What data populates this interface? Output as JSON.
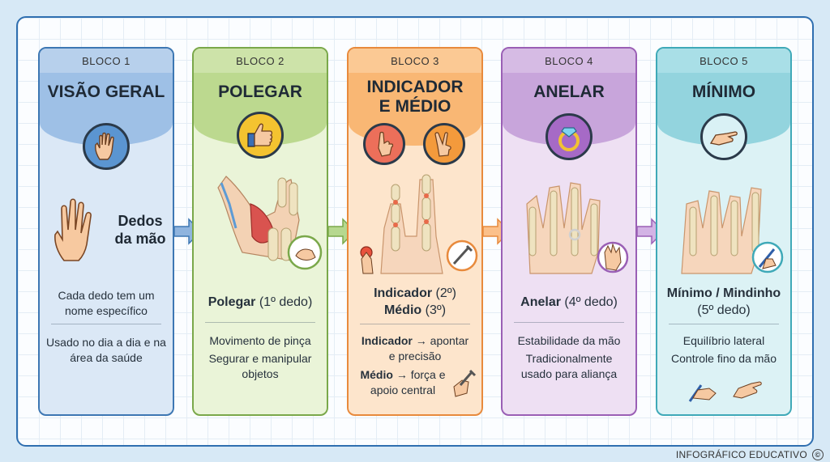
{
  "footer": {
    "label": "INFOGRÁFICO EDUCATIVO",
    "copyright": "©"
  },
  "blocks": [
    {
      "bloco": "BLOCO 1",
      "title": "VISÃO GERAL",
      "subject": "Dedos da mão",
      "desc1": "Cada dedo tem um nome específico",
      "desc2": "Usado no dia a dia e na área da saúde",
      "badge_icon": "open-hand-icon"
    },
    {
      "bloco": "BLOCO 2",
      "title": "POLEGAR",
      "name": "Polegar",
      "detail": "(1º dedo)",
      "point1": "Movimento de pinça",
      "point2": "Segurar e manipular objetos",
      "badge_icon": "thumbs-up-icon"
    },
    {
      "bloco": "BLOCO 3",
      "title": "INDICADOR E MÉDIO",
      "name1": "Indicador",
      "detail1": "(2º)",
      "name2": "Médio",
      "detail2": "(3º)",
      "point1_label": "Indicador",
      "point1_arrow": "→",
      "point1_text": "apontar e precisão",
      "point2_label": "Médio",
      "point2_arrow": "→",
      "point2_text": "força e apoio central",
      "badge_icons": [
        "pointing-finger-icon",
        "victory-hand-icon"
      ]
    },
    {
      "bloco": "BLOCO 4",
      "title": "ANELAR",
      "name": "Anelar",
      "detail": "(4º dedo)",
      "point1": "Estabilidade da mão",
      "point2": "Tradicionalmente usado para aliança",
      "badge_icon": "ring-icon"
    },
    {
      "bloco": "BLOCO 5",
      "title": "MÍNIMO",
      "name": "Mínimo / Mindinho",
      "detail": "(5º dedo)",
      "point1": "Equilíbrio lateral",
      "point2": "Controle fino da mão",
      "badge_icon": "pinch-hand-icon"
    }
  ],
  "colors": {
    "block1": "#3d77b3",
    "block2": "#7aa84a",
    "block3": "#e88a3c",
    "block4": "#9a5fb5",
    "block5": "#3fa9b8"
  }
}
